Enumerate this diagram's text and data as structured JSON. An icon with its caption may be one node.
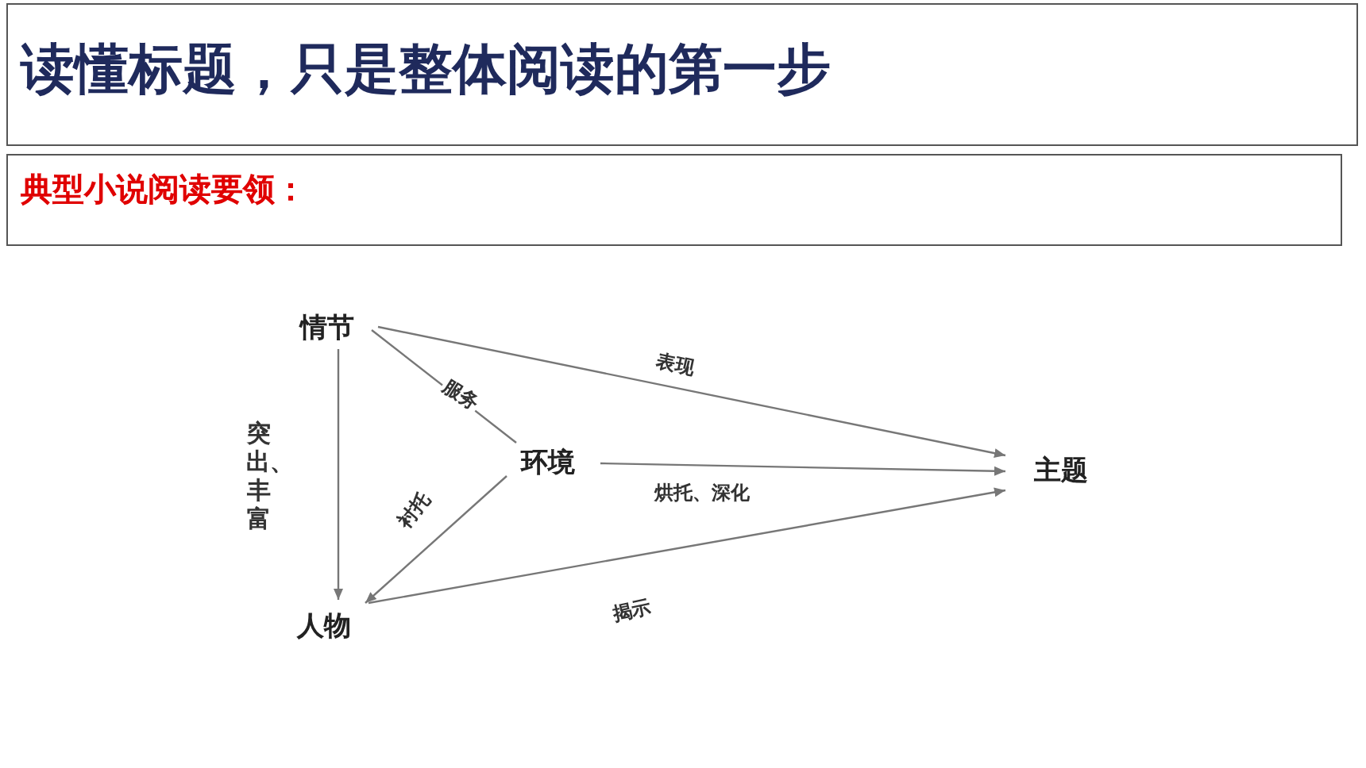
{
  "diagram": {
    "nodes": [
      {
        "text": [
          "读懂标题，只是整体阅读的第一步"
        ]
      },
      {
        "text": [
          "典型小说阅读要领："
        ]
      },
      {
        "text": [
          "情节"
        ]
      },
      {
        "text": [
          "环境"
        ]
      },
      {
        "text": [
          "人物"
        ]
      },
      {
        "text": [
          "主题"
        ]
      }
    ],
    "edges": [
      {
        "from": 2,
        "to": 4,
        "arrow": "to",
        "label": "突出、丰富"
      },
      {
        "from": 2,
        "to": 3,
        "arrow": "none",
        "label": "服务"
      },
      {
        "from": 3,
        "to": 4,
        "arrow": "to",
        "label": "衬托"
      },
      {
        "from": 2,
        "to": 5,
        "arrow": "to",
        "label": "表现"
      },
      {
        "from": 3,
        "to": 5,
        "arrow": "to",
        "label": "烘托、深化"
      },
      {
        "from": 4,
        "to": 5,
        "arrow": "to",
        "label": "揭示"
      }
    ]
  }
}
